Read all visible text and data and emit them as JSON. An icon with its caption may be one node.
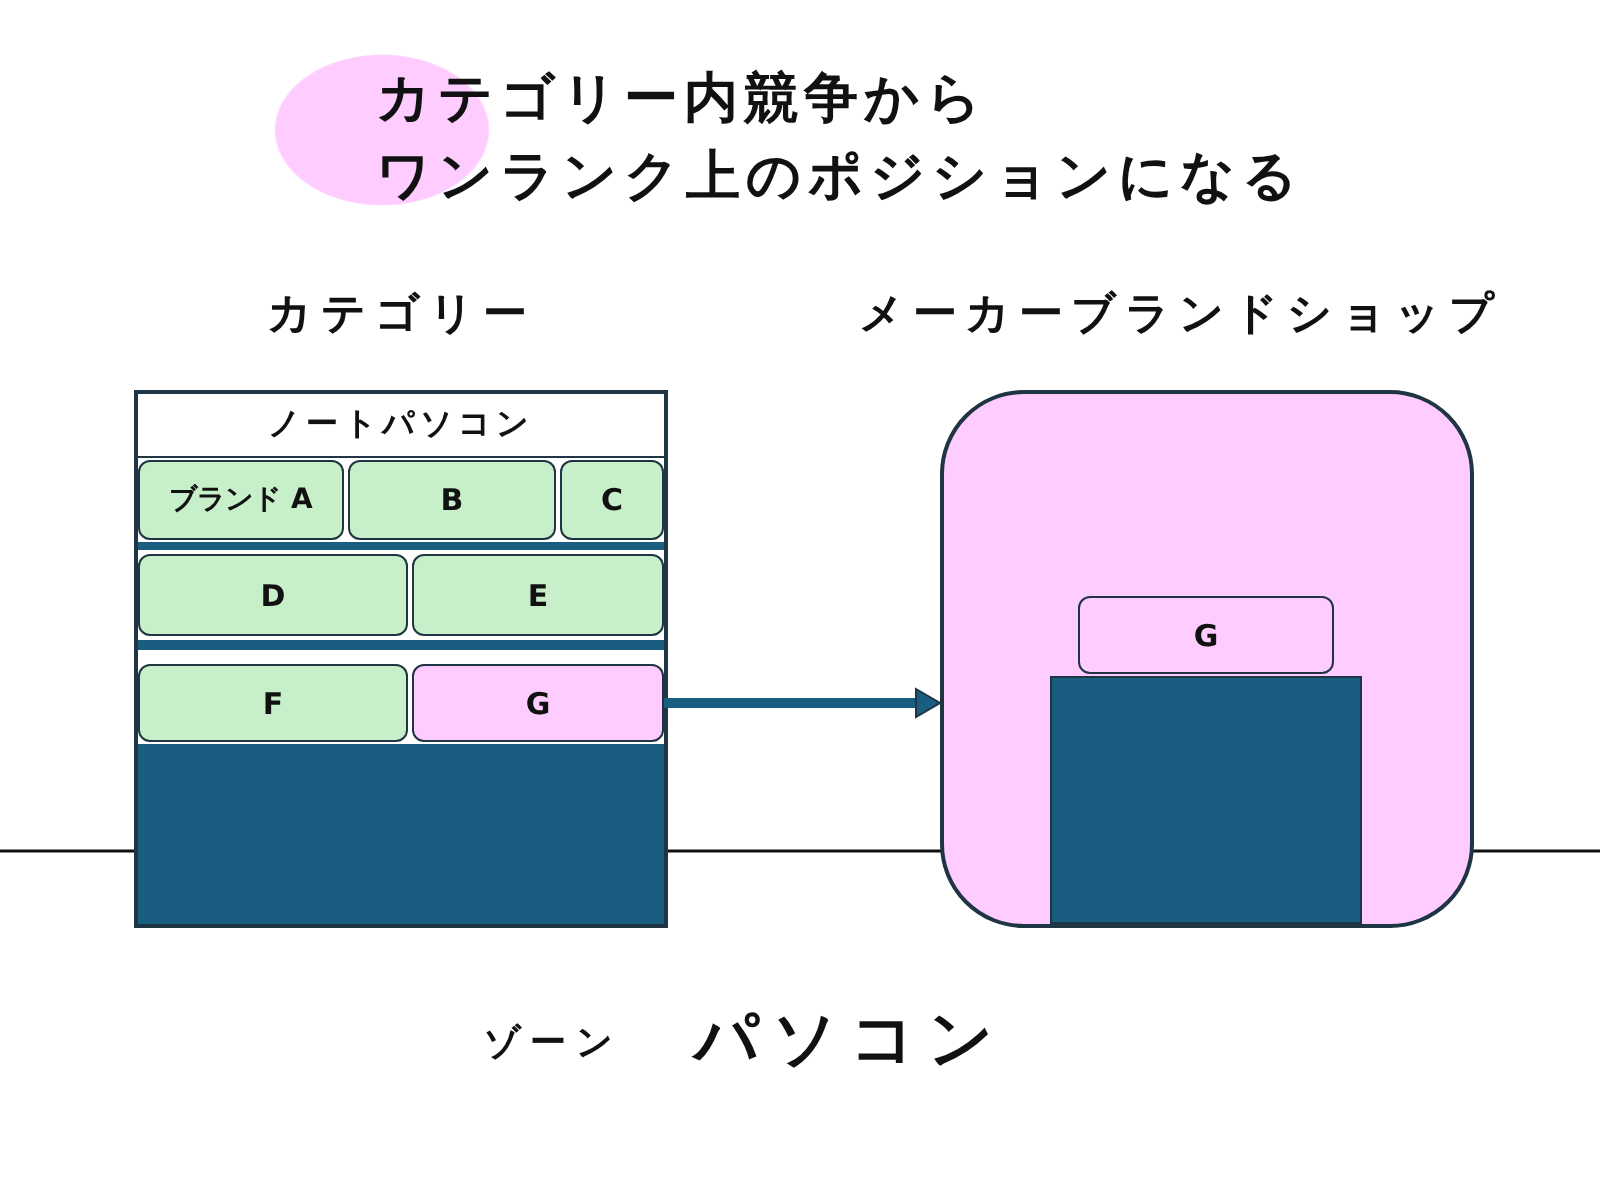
{
  "diagram": {
    "title": "カテゴリー内競争からワンランク上のポジションになる",
    "nodes": [
      {
        "text": [
          "カテゴリー"
        ]
      },
      {
        "text": [
          "ノートパソコン"
        ],
        "in": 0
      },
      {
        "text": [
          "ブランド A"
        ],
        "in": 0
      },
      {
        "text": [
          "B"
        ],
        "in": 0
      },
      {
        "text": [
          "C"
        ],
        "in": 0
      },
      {
        "text": [
          "D"
        ],
        "in": 0
      },
      {
        "text": [
          "E"
        ],
        "in": 0
      },
      {
        "text": [
          "F"
        ],
        "in": 0
      },
      {
        "text": [
          "G"
        ],
        "in": 0
      },
      {
        "text": [],
        "shape": "box",
        "in": 0
      },
      {
        "text": [
          "メーカーブランドショップ"
        ]
      },
      {
        "text": [
          "G"
        ],
        "in": 10
      },
      {
        "text": [],
        "shape": "box",
        "in": 10
      }
    ],
    "edges": [
      {
        "from": 8,
        "to": 10,
        "arrow": "to"
      }
    ],
    "labels": [
      "ゾーン",
      "パソコン"
    ]
  }
}
